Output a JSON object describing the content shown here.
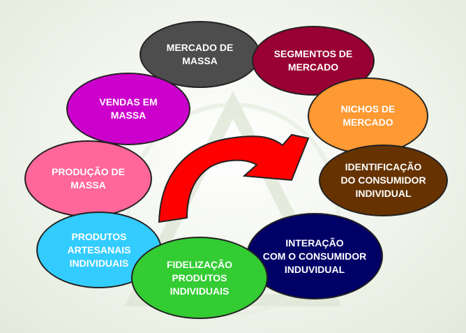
{
  "diagram": {
    "nodes": [
      {
        "id": "mercado-massa",
        "label": "MERCADO DE\nMASSA",
        "fill": "#4d4d4d",
        "text_color": "#ffffff"
      },
      {
        "id": "segmentos",
        "label": "SEGMENTOS DE\nMERCADO",
        "fill": "#990033",
        "text_color": "#ffffff"
      },
      {
        "id": "nichos",
        "label": "NICHOS DE\nMERCADO",
        "fill": "#ff9933",
        "text_color": "#ffffff"
      },
      {
        "id": "identificacao",
        "label": "IDENTIFICAÇÃO\nDO CONSUMIDOR\nINDIVIDUAL",
        "fill": "#663300",
        "text_color": "#ffffff"
      },
      {
        "id": "interacao",
        "label": "INTERAÇÃO\nCOM O CONSUMIDOR\nINDUVIDUAL",
        "fill": "#000066",
        "text_color": "#ffffff"
      },
      {
        "id": "fidelizacao",
        "label": "FIDELIZAÇÃO\nPRODUTOS\nINDIVIDUAIS",
        "fill": "#33cc33",
        "text_color": "#ffffff"
      },
      {
        "id": "artesanais",
        "label": "PRODUTOS\nARTESANAIS\nINDIVIDUAIS",
        "fill": "#33ccff",
        "text_color": "#ffffff"
      },
      {
        "id": "producao",
        "label": "PRODUÇÃO DE\nMASSA",
        "fill": "#ff6699",
        "text_color": "#ffffff"
      },
      {
        "id": "vendas",
        "label": "VENDAS EM\nMASSA",
        "fill": "#cc00cc",
        "text_color": "#ffffff"
      }
    ],
    "arrow_color": "#ff0000"
  }
}
